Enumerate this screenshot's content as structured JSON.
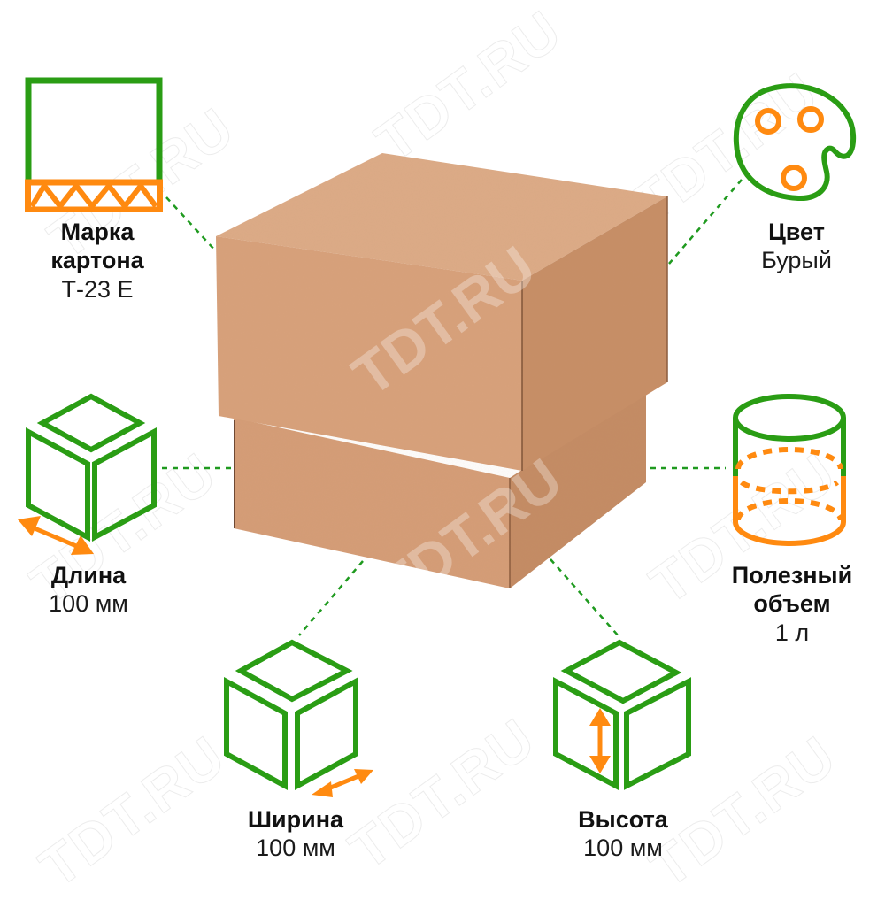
{
  "colors": {
    "green": "#2a9d14",
    "orange": "#ff8a10",
    "kraft_front": "#d9a27d",
    "kraft_top": "#dcab86",
    "kraft_side": "#c88f68",
    "dash": "#1f9a1f"
  },
  "watermark": "TDT.RU",
  "features": {
    "board_grade": {
      "title": "Марка картона",
      "title_line1": "Марка",
      "title_line2": "картона",
      "value": "Т-23 Е",
      "icon": "corrugated-board-icon"
    },
    "color": {
      "title": "Цвет",
      "value": "Бурый",
      "icon": "palette-icon"
    },
    "length": {
      "title": "Длина",
      "value": "100 мм",
      "icon": "cube-length-icon"
    },
    "volume": {
      "title": "Полезный объем",
      "title_line1": "Полезный",
      "title_line2": "объем",
      "value": "1 л",
      "icon": "cylinder-volume-icon"
    },
    "width": {
      "title": "Ширина",
      "value": "100 мм",
      "icon": "cube-width-icon"
    },
    "height": {
      "title": "Высота",
      "value": "100 мм",
      "icon": "cube-height-icon"
    }
  },
  "product": {
    "name": "cardboard-box-with-lid"
  }
}
